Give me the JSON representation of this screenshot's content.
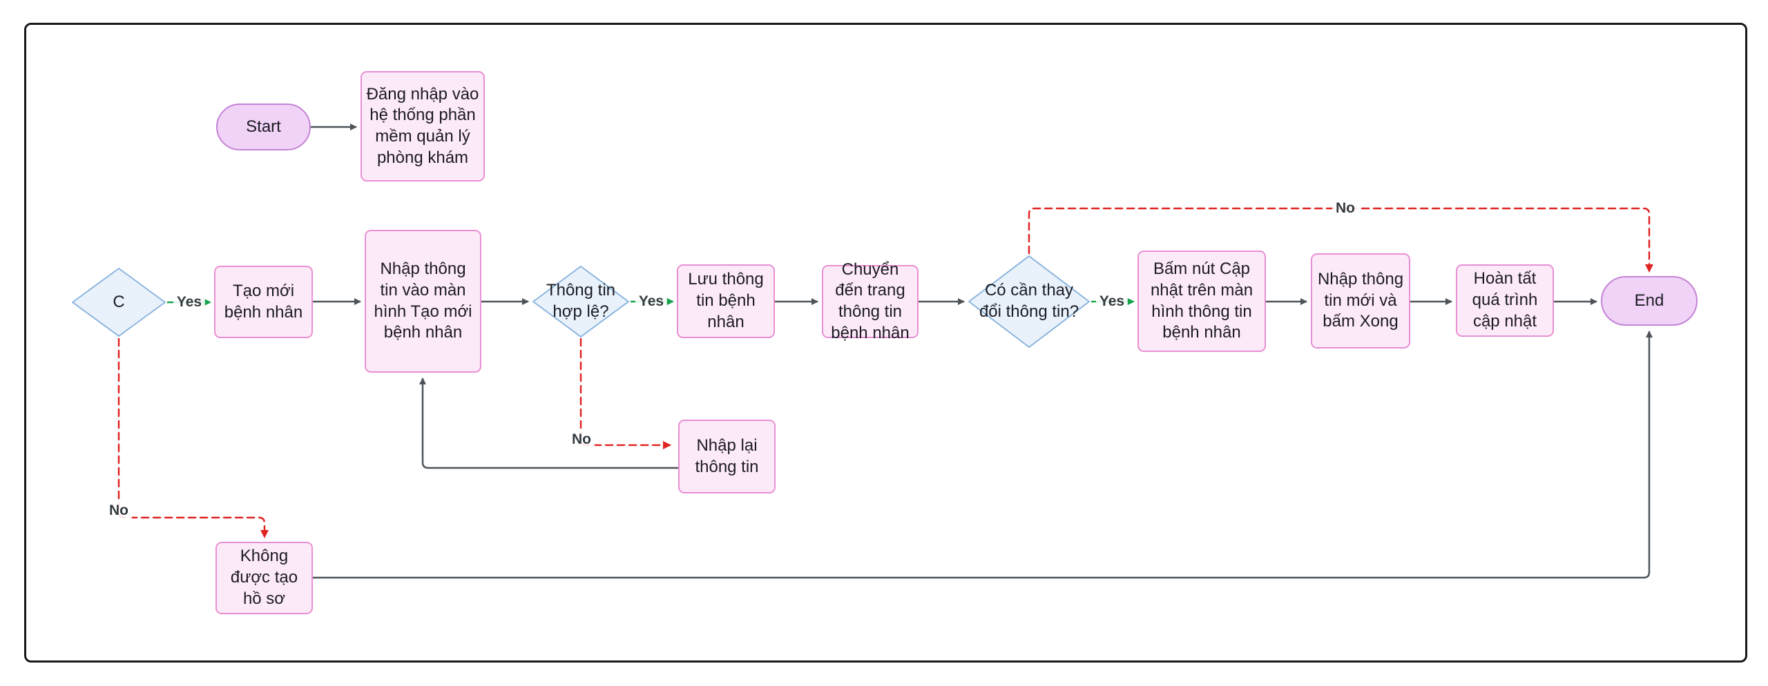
{
  "diagram": {
    "type": "flowchart",
    "nodes": {
      "start": {
        "label": "Start",
        "shape": "terminal"
      },
      "login": {
        "label": "Đăng nhập vào hệ thống phần mềm quản lý phòng khám",
        "shape": "process"
      },
      "c": {
        "label": "C",
        "shape": "decision"
      },
      "create": {
        "label": "Tạo mới bệnh nhân",
        "shape": "process"
      },
      "enterinfo": {
        "label": "Nhập thông tin vào màn hình Tạo mới bệnh nhân",
        "shape": "process"
      },
      "valid": {
        "label": "Thông tin hợp lệ?",
        "shape": "decision"
      },
      "save": {
        "label": "Lưu thông tin bệnh nhân",
        "shape": "process"
      },
      "goto": {
        "label": "Chuyển đến trang thông tin bệnh nhân",
        "shape": "process"
      },
      "needchange": {
        "label": "Có cần thay đổi thông tin?",
        "shape": "decision"
      },
      "update": {
        "label": "Bấm nút Cập nhật trên màn hình thông tin bệnh nhân",
        "shape": "process"
      },
      "enternew": {
        "label": "Nhập thông tin mới và bấm Xong",
        "shape": "process"
      },
      "complete": {
        "label": "Hoàn tất quá trình cập nhật",
        "shape": "process"
      },
      "end": {
        "label": "End",
        "shape": "terminal"
      },
      "reenter": {
        "label": "Nhập lại thông tin",
        "shape": "process"
      },
      "notcreated": {
        "label": "Không được tạo hồ sơ",
        "shape": "process"
      }
    },
    "edge_labels": {
      "yes1": "Yes",
      "yes2": "Yes",
      "yes3": "Yes",
      "no1": "No",
      "no2": "No",
      "no3": "No"
    },
    "colors": {
      "process_fill": "#fdeaf8",
      "process_border": "#e98fd4",
      "decision_fill": "#e9f2fb",
      "decision_border": "#8ab4de",
      "terminal_fill": "#f0d3f6",
      "terminal_border": "#c583d6",
      "edge_gray": "#4d5358",
      "edge_red": "#e02423",
      "edge_green": "#16a34a",
      "label_text": "#333a3f",
      "frame_border": "#17171c"
    }
  }
}
